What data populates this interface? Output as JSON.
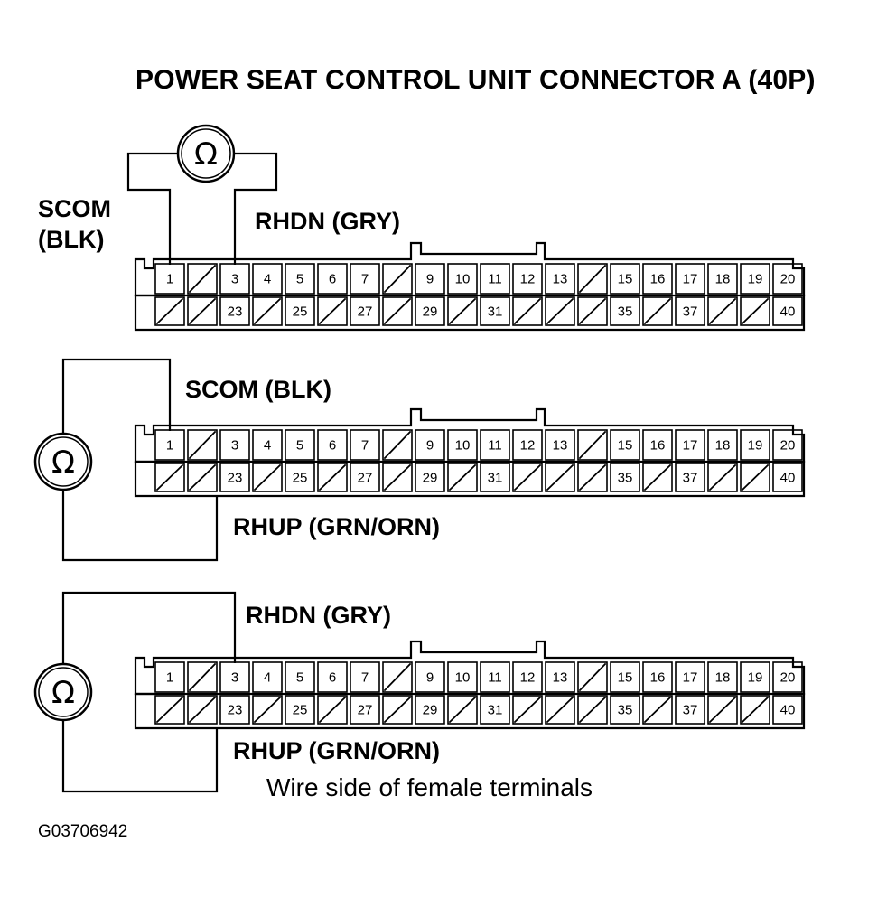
{
  "title": "POWER SEAT CONTROL UNIT CONNECTOR A (40P)",
  "labels": {
    "scom_line1": "SCOM",
    "scom_line2": "(BLK)",
    "rhdn_1": "RHDN (GRY)",
    "scom_2": "SCOM (BLK)",
    "rhup_2": "RHUP (GRN/ORN)",
    "rhdn_3": "RHDN (GRY)",
    "rhup_3": "RHUP (GRN/ORN)"
  },
  "note": "Wire side of female terminals",
  "figure_id": "G03706942",
  "ohmmeter_symbol": "Ω",
  "connector": {
    "top_row": [
      "1",
      "",
      "3",
      "4",
      "5",
      "6",
      "7",
      "",
      "9",
      "10",
      "11",
      "12",
      "13",
      "",
      "15",
      "16",
      "17",
      "18",
      "19",
      "20"
    ],
    "bottom_row": [
      "",
      "",
      "23",
      "",
      "25",
      "",
      "27",
      "",
      "29",
      "",
      "31",
      "",
      "",
      "",
      "35",
      "",
      "37",
      "",
      "",
      "40"
    ]
  },
  "colors": {
    "ink": "#000000",
    "background": "#ffffff"
  }
}
